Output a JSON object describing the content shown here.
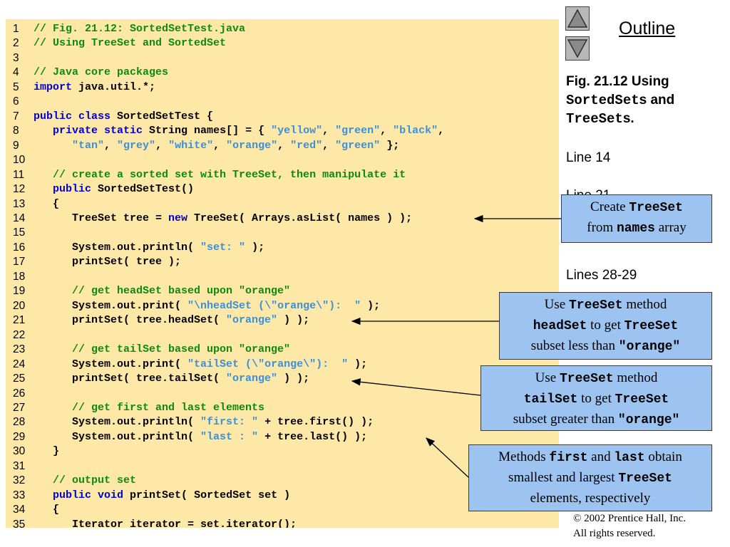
{
  "code_lines": [
    {
      "n": "1",
      "parts": [
        {
          "t": "// Fig. 21.12: SortedSetTest.java",
          "c": "cm"
        }
      ]
    },
    {
      "n": "2",
      "parts": [
        {
          "t": "// Using TreeSet and SortedSet",
          "c": "cm"
        }
      ]
    },
    {
      "n": "3",
      "parts": []
    },
    {
      "n": "4",
      "parts": [
        {
          "t": "// Java core packages",
          "c": "cm"
        }
      ]
    },
    {
      "n": "5",
      "parts": [
        {
          "t": "import",
          "c": "kw"
        },
        {
          "t": " java.util.*;",
          "c": ""
        }
      ]
    },
    {
      "n": "6",
      "parts": []
    },
    {
      "n": "7",
      "parts": [
        {
          "t": "public class",
          "c": "kw"
        },
        {
          "t": " SortedSetTest {",
          "c": ""
        }
      ]
    },
    {
      "n": "8",
      "parts": [
        {
          "t": "   ",
          "c": ""
        },
        {
          "t": "private static",
          "c": "kw"
        },
        {
          "t": " String names[] = { ",
          "c": ""
        },
        {
          "t": "\"yellow\"",
          "c": "st"
        },
        {
          "t": ", ",
          "c": ""
        },
        {
          "t": "\"green\"",
          "c": "st"
        },
        {
          "t": ", ",
          "c": ""
        },
        {
          "t": "\"black\"",
          "c": "st"
        },
        {
          "t": ",",
          "c": ""
        }
      ]
    },
    {
      "n": "9",
      "parts": [
        {
          "t": "      ",
          "c": ""
        },
        {
          "t": "\"tan\"",
          "c": "st"
        },
        {
          "t": ", ",
          "c": ""
        },
        {
          "t": "\"grey\"",
          "c": "st"
        },
        {
          "t": ", ",
          "c": ""
        },
        {
          "t": "\"white\"",
          "c": "st"
        },
        {
          "t": ", ",
          "c": ""
        },
        {
          "t": "\"orange\"",
          "c": "st"
        },
        {
          "t": ", ",
          "c": ""
        },
        {
          "t": "\"red\"",
          "c": "st"
        },
        {
          "t": ", ",
          "c": ""
        },
        {
          "t": "\"green\"",
          "c": "st"
        },
        {
          "t": " };",
          "c": ""
        }
      ]
    },
    {
      "n": "10",
      "parts": []
    },
    {
      "n": "11",
      "parts": [
        {
          "t": "   // create a sorted set with TreeSet, then manipulate it",
          "c": "cm"
        }
      ]
    },
    {
      "n": "12",
      "parts": [
        {
          "t": "   ",
          "c": ""
        },
        {
          "t": "public",
          "c": "kw"
        },
        {
          "t": " SortedSetTest()",
          "c": ""
        }
      ]
    },
    {
      "n": "13",
      "parts": [
        {
          "t": "   {",
          "c": ""
        }
      ]
    },
    {
      "n": "14",
      "parts": [
        {
          "t": "      TreeSet tree = ",
          "c": ""
        },
        {
          "t": "new",
          "c": "kw"
        },
        {
          "t": " TreeSet( Arrays.asList( names ) );",
          "c": ""
        }
      ]
    },
    {
      "n": "15",
      "parts": []
    },
    {
      "n": "16",
      "parts": [
        {
          "t": "      System.out.println( ",
          "c": ""
        },
        {
          "t": "\"set: \"",
          "c": "st"
        },
        {
          "t": " );",
          "c": ""
        }
      ]
    },
    {
      "n": "17",
      "parts": [
        {
          "t": "      printSet( tree );",
          "c": ""
        }
      ]
    },
    {
      "n": "18",
      "parts": []
    },
    {
      "n": "19",
      "parts": [
        {
          "t": "      // get headSet based upon \"orange\"",
          "c": "cm"
        }
      ]
    },
    {
      "n": "20",
      "parts": [
        {
          "t": "      System.out.print( ",
          "c": ""
        },
        {
          "t": "\"\\nheadSet (\\\"orange\\\"):  \"",
          "c": "st"
        },
        {
          "t": " );",
          "c": ""
        }
      ]
    },
    {
      "n": "21",
      "parts": [
        {
          "t": "      printSet( tree.headSet( ",
          "c": ""
        },
        {
          "t": "\"orange\"",
          "c": "st"
        },
        {
          "t": " ) );",
          "c": ""
        }
      ]
    },
    {
      "n": "22",
      "parts": []
    },
    {
      "n": "23",
      "parts": [
        {
          "t": "      // get tailSet based upon \"orange\"",
          "c": "cm"
        }
      ]
    },
    {
      "n": "24",
      "parts": [
        {
          "t": "      System.out.print( ",
          "c": ""
        },
        {
          "t": "\"tailSet (\\\"orange\\\"):  \"",
          "c": "st"
        },
        {
          "t": " );",
          "c": ""
        }
      ]
    },
    {
      "n": "25",
      "parts": [
        {
          "t": "      printSet( tree.tailSet( ",
          "c": ""
        },
        {
          "t": "\"orange\"",
          "c": "st"
        },
        {
          "t": " ) );",
          "c": ""
        }
      ]
    },
    {
      "n": "26",
      "parts": []
    },
    {
      "n": "27",
      "parts": [
        {
          "t": "      // get first and last elements",
          "c": "cm"
        }
      ]
    },
    {
      "n": "28",
      "parts": [
        {
          "t": "      System.out.println( ",
          "c": ""
        },
        {
          "t": "\"first: \"",
          "c": "st"
        },
        {
          "t": " + tree.first() );",
          "c": ""
        }
      ]
    },
    {
      "n": "29",
      "parts": [
        {
          "t": "      System.out.println( ",
          "c": ""
        },
        {
          "t": "\"last : \"",
          "c": "st"
        },
        {
          "t": " + tree.last() );",
          "c": ""
        }
      ]
    },
    {
      "n": "30",
      "parts": [
        {
          "t": "   }",
          "c": ""
        }
      ]
    },
    {
      "n": "31",
      "parts": []
    },
    {
      "n": "32",
      "parts": [
        {
          "t": "   // output set",
          "c": "cm"
        }
      ]
    },
    {
      "n": "33",
      "parts": [
        {
          "t": "   ",
          "c": ""
        },
        {
          "t": "public void",
          "c": "kw"
        },
        {
          "t": " printSet( SortedSet set )",
          "c": ""
        }
      ]
    },
    {
      "n": "34",
      "parts": [
        {
          "t": "   {",
          "c": ""
        }
      ]
    },
    {
      "n": "35",
      "parts": [
        {
          "t": "      Iterator iterator = set.iterator();",
          "c": ""
        }
      ]
    }
  ],
  "nav": {
    "up_icon": "triangle-up-icon",
    "down_icon": "triangle-down-icon"
  },
  "outline_title": "Outline",
  "caption": {
    "prefix": "Fig. 21.12   Using ",
    "code1": "SortedSet",
    "mid1": "s and ",
    "code2": "TreeSet",
    "mid2": "s."
  },
  "side_lines": [
    "Line 14",
    "Line 21",
    "Lines 28-29"
  ],
  "callouts": {
    "c1": {
      "a": "Create ",
      "b": "TreeSet",
      "c": "from ",
      "d": "names",
      "e": " array"
    },
    "c2": {
      "a": "Use ",
      "b": "TreeSet",
      "c": " method",
      "d": "headSet",
      "e": " to get ",
      "f": "TreeSet",
      "g": "subset less than ",
      "h": "\"orange\""
    },
    "c3": {
      "a": "Use ",
      "b": "TreeSet",
      "c": " method",
      "d": "tailSet",
      "e": " to get ",
      "f": "TreeSet",
      "g": "subset greater than ",
      "h": "\"orange\""
    },
    "c4": {
      "a": "Methods ",
      "b": "first",
      "c": " and ",
      "d": "last",
      "e": " obtain",
      "f": "smallest and largest ",
      "g": "TreeSet",
      "h": "elements, respectively"
    }
  },
  "copyright": {
    "line1": "© 2002 Prentice Hall, Inc.",
    "line2": "All rights reserved."
  },
  "colors": {
    "code_bg": "#fde8a8",
    "comment": "#0d8a0d",
    "keyword": "#0000d6",
    "string": "#3d8fd6",
    "callout_bg": "#9dc3f0"
  }
}
